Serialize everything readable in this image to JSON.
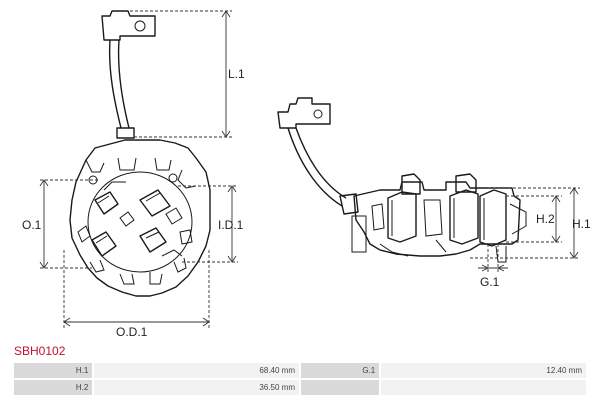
{
  "drawing": {
    "dimensions": {
      "L1": "L.1",
      "O1": "O.1",
      "ID1": "I.D.1",
      "OD1": "O.D.1",
      "H2": "H.2",
      "H1": "H.1",
      "G1": "G.1"
    }
  },
  "product": {
    "code": "SBH0102"
  },
  "specs": [
    {
      "key": "H.1",
      "value": "68.40 mm",
      "key2": "G.1",
      "value2": "12.40 mm"
    },
    {
      "key": "H.2",
      "value": "36.50 mm",
      "key2": "",
      "value2": ""
    }
  ],
  "colors": {
    "code": "#c8102e",
    "key_cell": "#d9d9d9",
    "value_cell": "#f2f2f2"
  }
}
